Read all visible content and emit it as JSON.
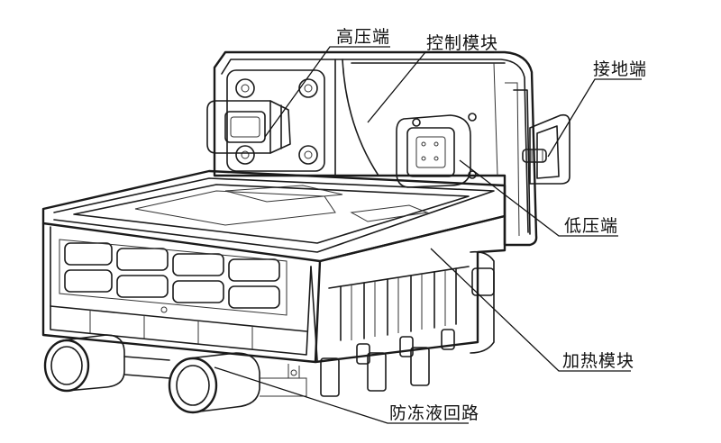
{
  "labels": {
    "high_voltage": "高压端",
    "control_module": "控制模块",
    "ground": "接地端",
    "low_voltage": "低压端",
    "heating_module": "加热模块",
    "coolant_loop": "防冻液回路"
  },
  "colors": {
    "line": "#1a1a1a",
    "background": "#ffffff"
  }
}
